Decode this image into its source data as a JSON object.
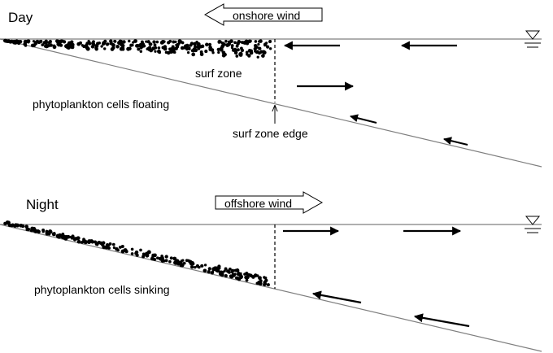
{
  "panels": [
    {
      "id": "day",
      "title": "Day",
      "wind_label": "onshore wind",
      "wind_direction": "left",
      "zone_label": "surf zone",
      "cells_label": "phytoplankton cells floating",
      "edge_label": "surf zone edge",
      "cells_state": "floating"
    },
    {
      "id": "night",
      "title": "Night",
      "wind_label": "offshore wind",
      "wind_direction": "right",
      "cells_label": "phytoplankton cells sinking",
      "cells_state": "sinking"
    }
  ],
  "icons": {
    "water_level": "water-level-icon"
  },
  "colors": {
    "ink": "#000000",
    "surface_line": "#7f7f7f",
    "seabed_line": "#7f7f7f",
    "background": "#ffffff"
  }
}
